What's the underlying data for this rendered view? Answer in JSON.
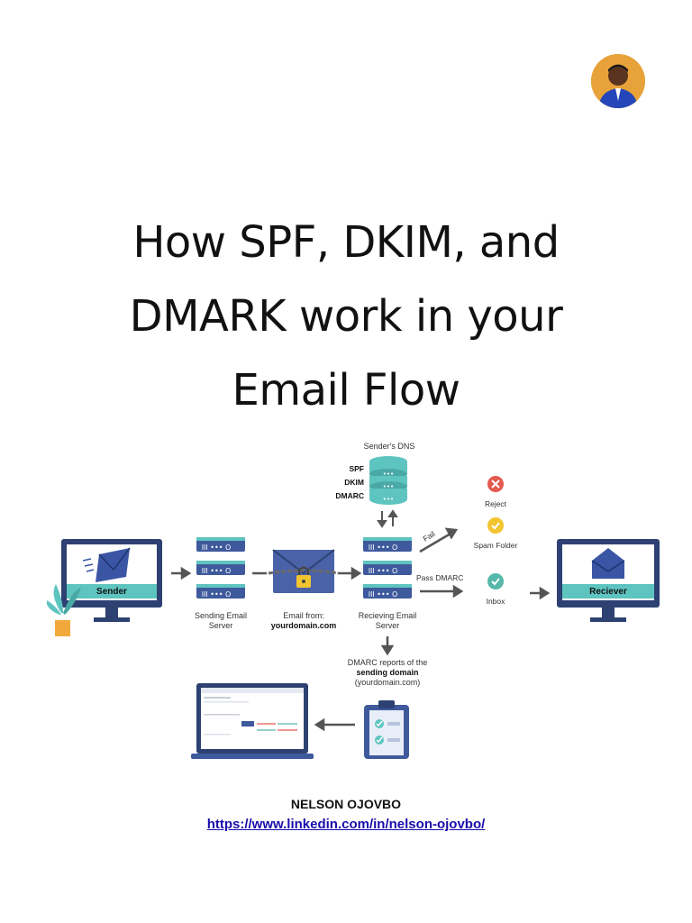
{
  "title": {
    "line1": "How SPF, DKIM, and",
    "line2": "DMARK work in your",
    "line3": "Email Flow"
  },
  "diagram": {
    "senders_dns": "Sender's DNS",
    "dns_records": [
      "SPF",
      "DKIM",
      "DMARC"
    ],
    "sender": "Sender",
    "sending_server": [
      "Sending Email",
      "Server"
    ],
    "email_from": [
      "Email from:",
      "yourdomain.com"
    ],
    "receiving_server": [
      "Recieving Email",
      "Server"
    ],
    "fail": "Fail",
    "pass_dmarc": "Pass DMARC",
    "outcomes": [
      "Reject",
      "Spam Folder",
      "Inbox"
    ],
    "receiver": "Reciever",
    "dmarc_reports": [
      "DMARC reports of the",
      "sending domain",
      "(yourdomain.com)"
    ]
  },
  "footer": {
    "author": "NELSON OJOVBO",
    "link": "https://www.linkedin.com/in/nelson-ojovbo/"
  },
  "colors": {
    "server_blue": "#3f5a9c",
    "teal": "#5ec4c0",
    "envelope_blue": "#4a62a8",
    "monitor_dark": "#2d4272",
    "reject_red": "#e45a4f",
    "spam_yellow": "#f2c530",
    "inbox_green": "#56b8a8"
  }
}
